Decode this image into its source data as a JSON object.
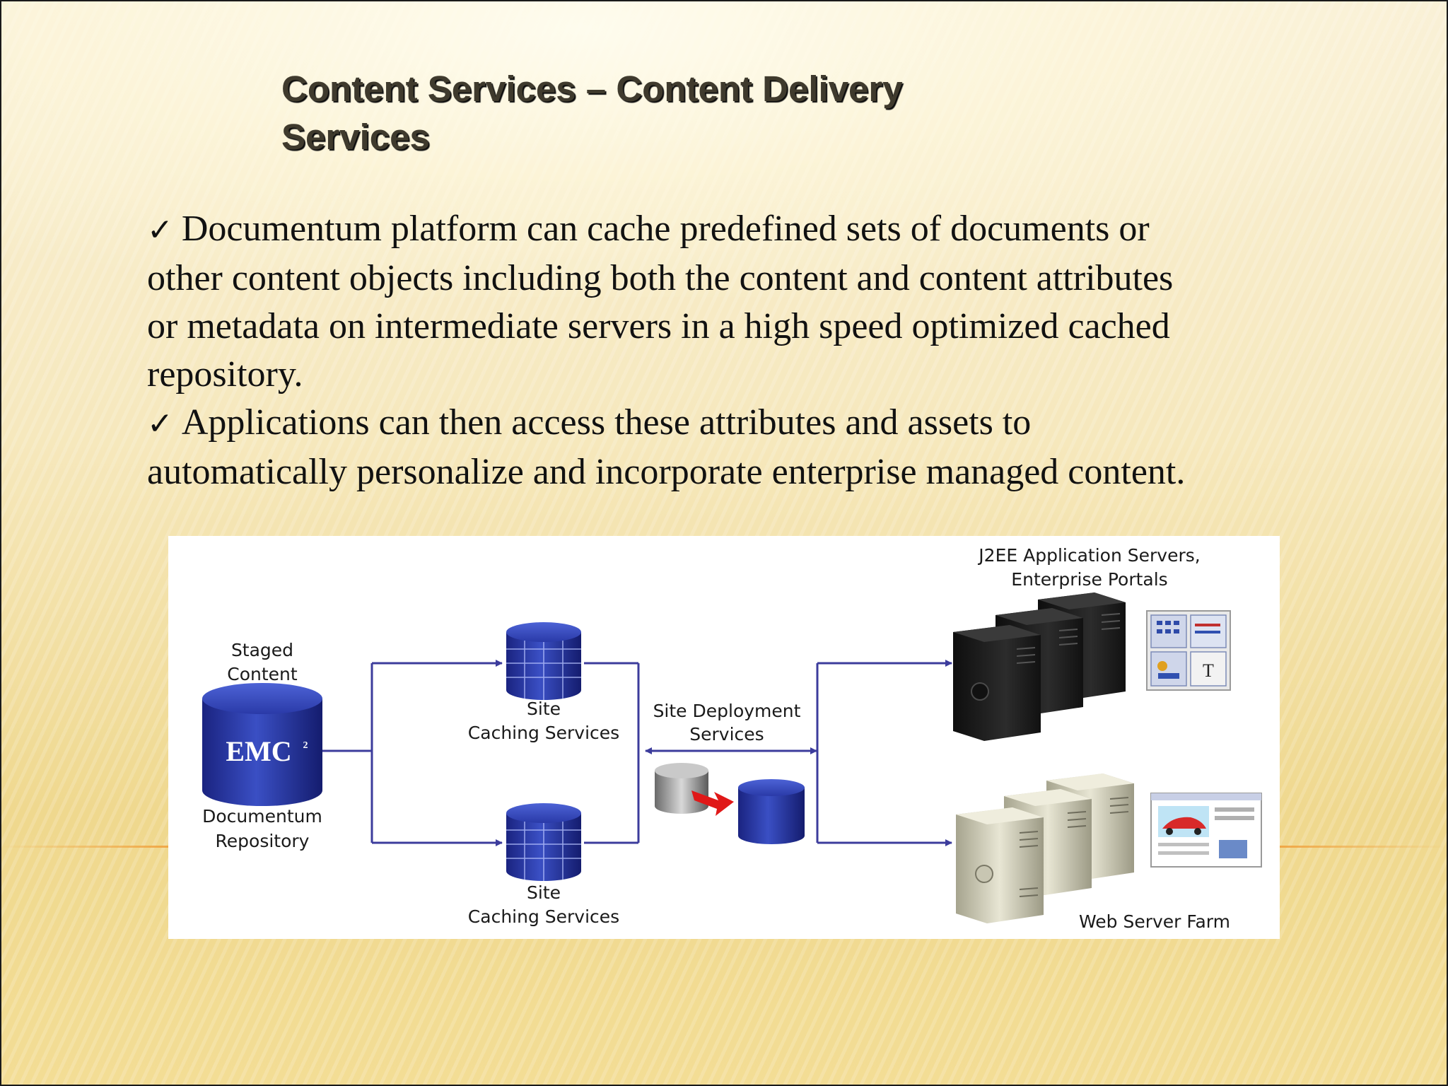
{
  "slide": {
    "title_line1": "Content Services – Content Delivery",
    "title_line2": "Services",
    "bullets": [
      {
        "check": "✓",
        "lines": [
          "Documentum platform can cache predefined sets of documents or",
          "other content objects including both the content and content attributes",
          "or metadata on intermediate servers in a high speed optimized cached",
          "repository."
        ]
      },
      {
        "check": "✓",
        "lines": [
          "Applications can then access these attributes and assets to",
          "automatically personalize and incorporate enterprise managed content."
        ]
      }
    ]
  },
  "diagram": {
    "staged_line1": "Staged",
    "staged_line2": "Content",
    "emc_logo": "EMC",
    "emc_sup": "2",
    "repo_line1": "Documentum",
    "repo_line2": "Repository",
    "cache_top_line1": "Site",
    "cache_top_line2": "Caching Services",
    "cache_bottom_line1": "Site",
    "cache_bottom_line2": "Caching Services",
    "deploy_line1": "Site Deployment",
    "deploy_line2": "Services",
    "j2ee_line1": "J2EE Application Servers,",
    "j2ee_line2": "Enterprise Portals",
    "webfarm": "Web Server Farm",
    "portal_t_glyph": "T",
    "colors": {
      "line": "#3c3c9c",
      "db_blue": "#1c2a8f",
      "server_black": "#1c1c1c",
      "server_beige": "#d9d7c3"
    }
  }
}
